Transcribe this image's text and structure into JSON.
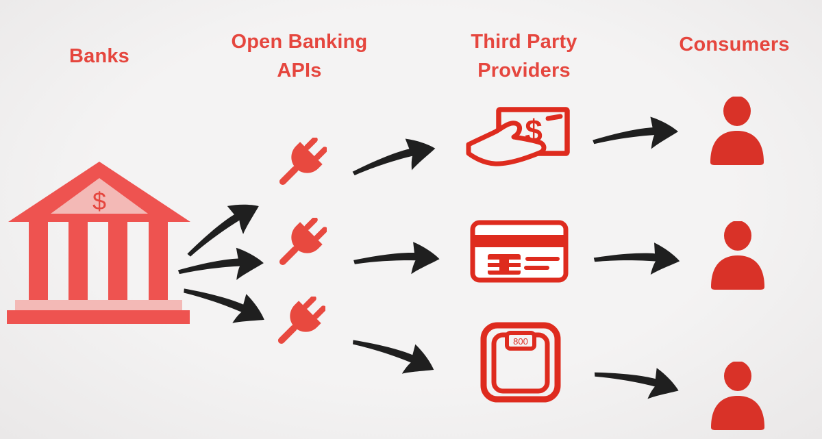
{
  "theme": {
    "colors": {
      "background": "#f4f3f3",
      "background_edge": "#eae8e8",
      "accent": "#e5463e",
      "bank_main": "#ee5350",
      "bank_light": "#f3b9b6",
      "plug_fill": "#e8493f",
      "outline_red": "#de2b1e",
      "person_fill": "#d93228",
      "arrow_black": "#1f1f1f",
      "card_face": "#ffffff"
    }
  },
  "headers": [
    {
      "id": "banks",
      "label": "Banks"
    },
    {
      "id": "open-banking-apis",
      "label": "Open Banking APIs"
    },
    {
      "id": "third-party-providers",
      "label": "Third Party Providers"
    },
    {
      "id": "consumers",
      "label": "Consumers"
    }
  ],
  "bank_icon": {
    "dollar_sign": "$"
  },
  "hand_cash_icon": {
    "dollar_sign": "$"
  },
  "scale_icon": {
    "display_value": "800"
  },
  "icons": {
    "banks": "bank-building",
    "open_banking_apis": "power-plug",
    "third_party_providers": [
      "hand-with-banknote",
      "credit-card",
      "weighing-scale"
    ],
    "consumers": "person-silhouette"
  },
  "connections": [
    {
      "from": "bank",
      "to": "plug-1"
    },
    {
      "from": "bank",
      "to": "plug-2"
    },
    {
      "from": "bank",
      "to": "plug-3"
    },
    {
      "from": "plug-1",
      "to": "hand-with-banknote"
    },
    {
      "from": "plug-2",
      "to": "credit-card"
    },
    {
      "from": "plug-3",
      "to": "weighing-scale"
    },
    {
      "from": "hand-with-banknote",
      "to": "consumer-1"
    },
    {
      "from": "credit-card",
      "to": "consumer-2"
    },
    {
      "from": "weighing-scale",
      "to": "consumer-3"
    }
  ]
}
